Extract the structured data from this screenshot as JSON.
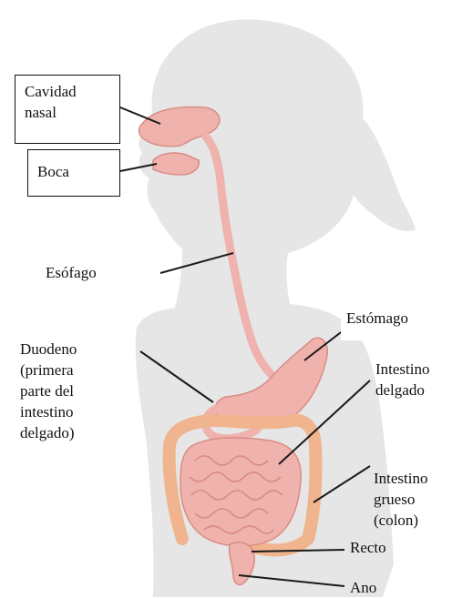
{
  "colors": {
    "silhouette": "#e6e6e7",
    "organ_fill": "#efb2ad",
    "organ_dark": "#d98c84",
    "colon_fill": "#f0b48f",
    "colon_dark": "#dd8e6c",
    "leader_line": "#1a1a1a"
  },
  "labels": {
    "cavidad_nasal": "Cavidad\nnasal",
    "boca": "Boca",
    "esofago": "Esófago",
    "estomago": "Estómago",
    "duodeno": "Duodeno\n(primera\nparte del\nintestino\ndelgado)",
    "intestino_delgado": "Intestino\ndelgado",
    "intestino_grueso": "Intestino\ngrueso\n(colon)",
    "recto": "Recto",
    "ano": "Ano"
  }
}
